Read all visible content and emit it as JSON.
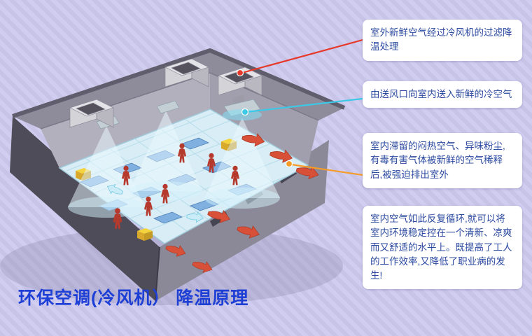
{
  "theme": {
    "bg-base": "#c8c4e8",
    "bg-stripe": "#d1cdf0",
    "box-bg": "#ffffff",
    "box-text": "#2c4aa0",
    "title-color": "#1d3fd6"
  },
  "title": {
    "text": "环保空调(冷风机） 降温原理"
  },
  "callouts": [
    {
      "text": "室外新鲜空气经过冷风机的过滤降温处理",
      "accent": "#e6392a"
    },
    {
      "text": "由送风口向室内送入新鲜的冷空气",
      "accent": "#3cc9e8"
    },
    {
      "text": "室内滞留的闷热空气、异味粉尘,有毒有害气体被新鲜的空气稀释后,被强迫排出室外",
      "accent": "#f59b28"
    },
    {
      "text": "室内空气如此反复循环,就可以将室内环境稳定控在一个清新、凉爽而又舒适的水平上。既提高了工人的工作效率,又降低了职业病的发生!",
      "accent": ""
    }
  ],
  "illustration": {
    "alt": "isometric factory hall cooled by rooftop evaporative air coolers",
    "elements": [
      "rooftop-cooling-units",
      "supply-air-diffusers",
      "cool-air-light-beams",
      "workers",
      "exhaust-air-arrows"
    ]
  }
}
